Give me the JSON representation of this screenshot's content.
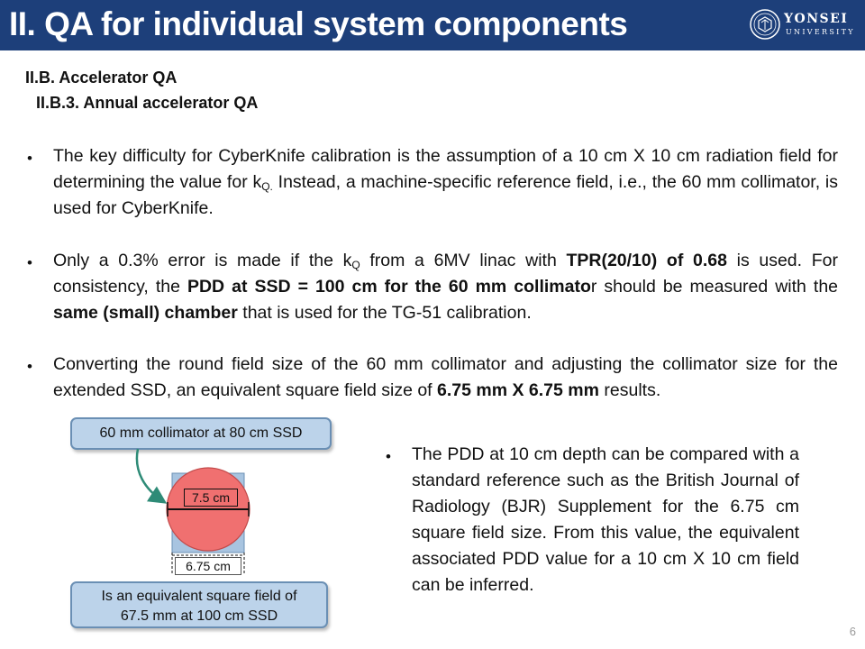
{
  "header": {
    "title": "II. QA for individual system components",
    "logo_name": "YONSEI",
    "logo_sub": "UNIVERSITY"
  },
  "section": {
    "heading": "II.B.  Accelerator QA",
    "subheading": "II.B.3.  Annual accelerator QA"
  },
  "bullets": {
    "b1": {
      "t1": "The key difficulty for CyberKnife calibration is the assumption of a 10 cm X 10 cm radiation field for determining the value for k",
      "sub": "Q.",
      "t2": " Instead, a machine-specific reference field, i.e., the 60 mm collimator, is used for CyberKnife."
    },
    "b2": {
      "t1": "Only a 0.3% error is made if the k",
      "sub": "Q",
      "t2": " from a 6MV linac with ",
      "bold1": "TPR(20/10) of 0.68",
      "t3": " is used. For consistency, the ",
      "bold2": "PDD at SSD = 100 cm for the 60 mm collimato",
      "t4": "r should be measured with the ",
      "bold3": "same (small) chamber",
      "t5": " that is used for the TG-51 calibration."
    },
    "b3": {
      "t1": "Converting the round field size of the 60 mm collimator and adjusting the collimator size for the extended SSD, an equivalent square field size of ",
      "bold1": "6.75 mm X 6.75 mm",
      "t2": " results."
    },
    "b4": {
      "t1": "The PDD at 10 cm depth can be compared with a standard reference such as the British Journal of Radiology (BJR) Supplement for the 6.75 cm square field size. From this value, the equivalent associated PDD value for a 10 cm X 10 cm field can be inferred."
    },
    "dot": "•"
  },
  "figure": {
    "top_callout": "60 mm collimator at 80 cm SSD",
    "diameter_label": "7.5 cm",
    "side_label": "6.75 cm",
    "bottom_callout_line1": "Is an equivalent square field of",
    "bottom_callout_line2": "67.5 mm at 100 cm SSD",
    "colors": {
      "callout_fill": "#bcd3ea",
      "circle_fill": "#f07070",
      "square_fill": "#a8c4e0",
      "arrow": "#2e8b77"
    }
  },
  "page_number": "6"
}
